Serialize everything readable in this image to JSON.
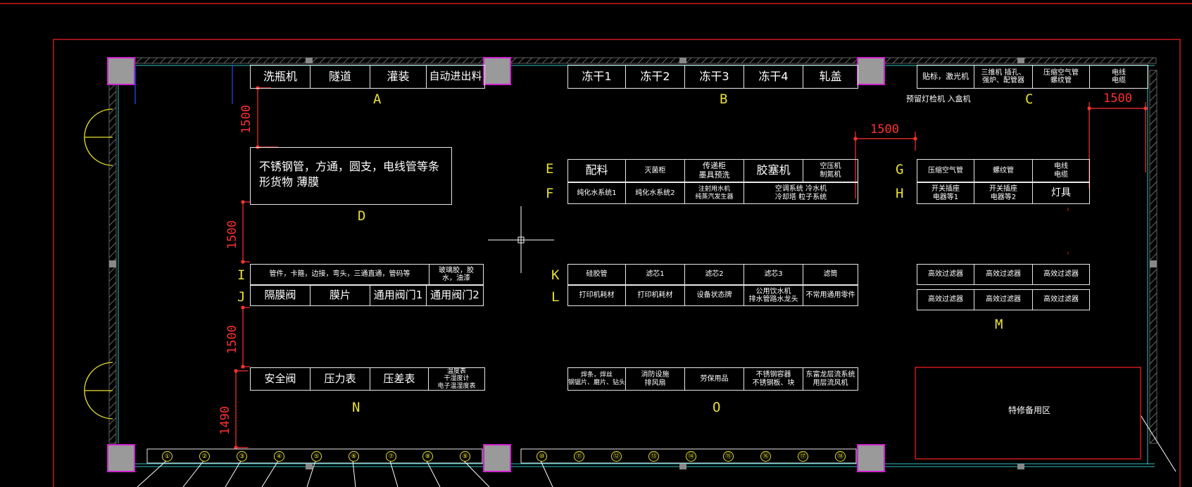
{
  "zones": {
    "A": "A",
    "B": "B",
    "C": "C",
    "D": "D",
    "E": "E",
    "F": "F",
    "G": "G",
    "H": "H",
    "I": "I",
    "J": "J",
    "K": "K",
    "L": "L",
    "M": "M",
    "N": "N",
    "O": "O"
  },
  "dims": {
    "d1500": "1500",
    "d1490": "1490"
  },
  "rows": {
    "A": [
      "洗瓶机",
      "隧道",
      "灌装",
      "自动进出料"
    ],
    "B": [
      "冻干1",
      "冻干2",
      "冻干3",
      "冻干4",
      "轧盖"
    ],
    "C": [
      "贴标，激光机",
      "三维机 插孔、\n强炉、配管器",
      "压缩空气管\n螺纹管",
      "电线\n电缆"
    ],
    "E": [
      "配料",
      "灭菌柜",
      "传递柜\n墨具预洗",
      "胶塞机",
      "空压机\n制氮机"
    ],
    "F": [
      "纯化水系统1",
      "纯化水系统2",
      "注射用水机\n纯蒸汽发生器",
      "空调系统 冷水机\n冷却塔 粒子系统"
    ],
    "G": [
      "压缩空气管",
      "螺纹管",
      "电线\n电缆"
    ],
    "H": [
      "开关插座\n电器等1",
      "开关插座\n电器等2",
      "灯具"
    ],
    "I": [
      "管件，卡箍，边接，弯头，三通直通，管码等",
      "玻璃胶，胶\n水，油漆"
    ],
    "J": [
      "隔膜阀",
      "膜片",
      "通用阀门1",
      "通用阀门2"
    ],
    "K": [
      "硅胶管",
      "滤芯1",
      "滤芯2",
      "滤芯3",
      "滤筒"
    ],
    "L": [
      "打印机耗材",
      "打印机耗材",
      "设备状态牌",
      "公用饮水机\n排水管路水龙头",
      "不常用通用零件"
    ],
    "M1": [
      "高效过滤器",
      "高效过滤器",
      "高效过滤器"
    ],
    "M2": [
      "高效过滤器",
      "高效过滤器",
      "高效过滤器"
    ],
    "N": [
      "安全阀",
      "压力表",
      "压差表",
      "温度表\n干湿度计\n电子温湿度表"
    ],
    "O": [
      "焊条，焊丝\n钢锯片、磨片、钻头",
      "消防设施\n排风扇",
      "劳保用品",
      "不锈钢容器\n不锈钢板、块",
      "东富龙层流系统\n用层流风机"
    ]
  },
  "notes": {
    "c_below": "预留灯检机  入盒机",
    "d_text": "不锈钢管，方通，圆支，电线管等条\n形货物    薄膜",
    "spare_area": "特修备用区"
  },
  "numbers": [
    "①",
    "②",
    "③",
    "④",
    "⑤",
    "⑥",
    "⑦",
    "⑧",
    "⑨",
    "⑩",
    "⑪",
    "⑫",
    "⑬",
    "⑭",
    "⑮",
    "⑯",
    "⑰",
    "⑱"
  ],
  "colors": {
    "background": "#000000",
    "frame": "#cc1a1a",
    "wall": "#30c0c0",
    "column": "#9a9a9a",
    "column_border": "#d020d0",
    "zone_label": "#e8e030",
    "dimension": "#ff3030",
    "door": "#e8e030"
  }
}
